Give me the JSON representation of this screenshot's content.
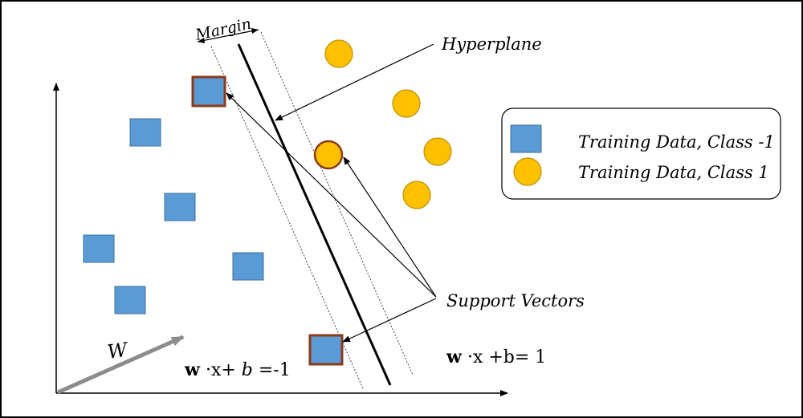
{
  "labels": {
    "margin": "Margin",
    "hyperplane": "Hyperplane",
    "support_vectors": "Support Vectors",
    "w_vector": "W",
    "eq_neg": {
      "w": "w",
      "dot_x": " ·x+ ",
      "b": "b",
      "rest": " =-1"
    },
    "eq_pos": {
      "w": "w",
      "rest": " ·x +b= 1"
    }
  },
  "legend": {
    "items": [
      {
        "label": "Training Data, Class -1"
      },
      {
        "label": "Training Data, Class 1"
      }
    ]
  },
  "colors": {
    "square_fill": "#5b9bd5",
    "square_stroke": "#3e6f9e",
    "circle_fill": "#ffc000",
    "circle_stroke": "#bf8f00",
    "support_vector_outline": "#8b3a1a",
    "w_arrow": "#8c8c8c"
  }
}
